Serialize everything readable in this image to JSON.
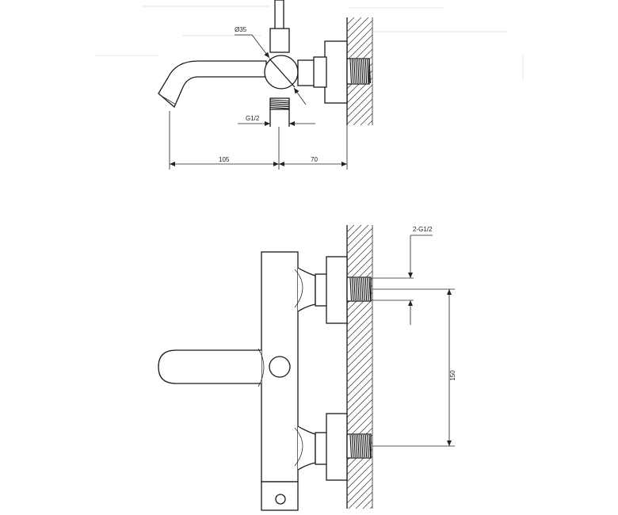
{
  "dimensions": {
    "diameter": "Ø35",
    "connection_top": "G1/2",
    "spout_reach": "105",
    "wall_offset": "70",
    "connection_side": "2-G1/2",
    "center_distance": "150"
  }
}
